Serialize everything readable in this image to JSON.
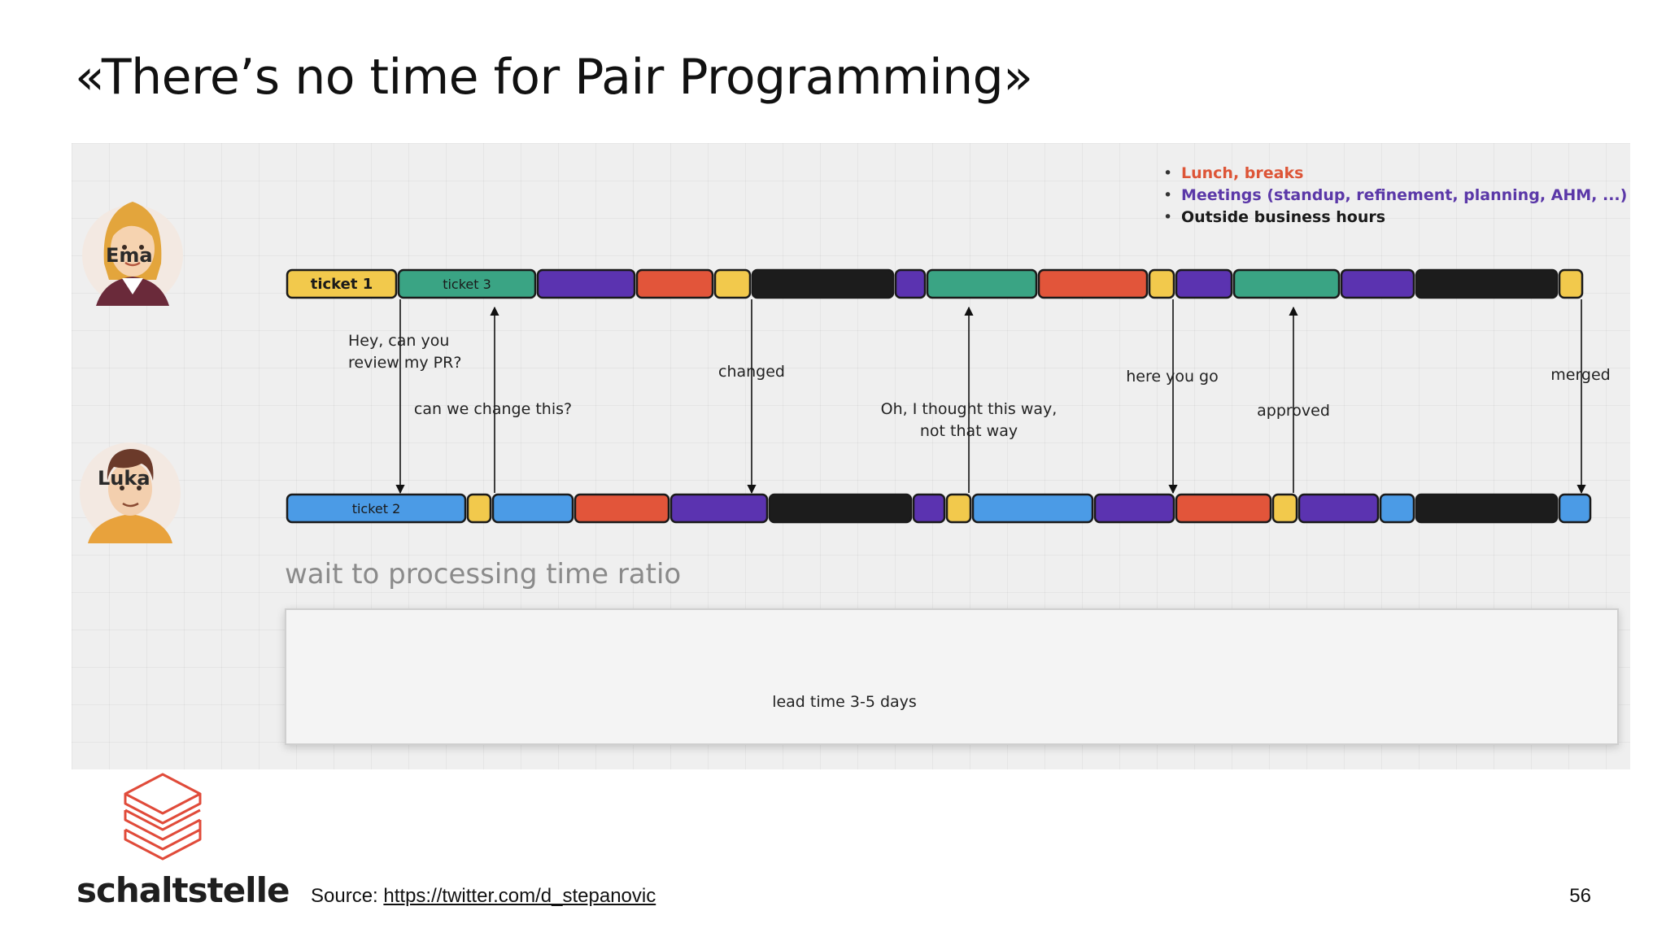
{
  "slide": {
    "title": "«There’s no time for Pair Programming»",
    "page_number": "56"
  },
  "source": {
    "label": "Source:",
    "link_text": "https://twitter.com/d_stepanovic"
  },
  "logo": {
    "text": "schaltstelle",
    "color": "#e04b3a"
  },
  "colors": {
    "work_yellow": "#f2c94c",
    "ticket_teal": "#3aa484",
    "ticket_blue": "#4b9be6",
    "lunch_red": "#e2553a",
    "meeting_purple": "#5b33b0",
    "outside_black": "#1c1c1c",
    "wait_gray": "#8a8a8a"
  },
  "legend": [
    {
      "text": "Lunch, breaks",
      "color": "#dd5537"
    },
    {
      "text": "Meetings (standup, refinement, planning, AHM, ...)",
      "color": "#5b38a8"
    },
    {
      "text": "Outside business hours",
      "color": "#1a1a1a"
    }
  ],
  "people": [
    {
      "name": "Ema",
      "avatar": "woman-avatar-icon"
    },
    {
      "name": "Luka",
      "avatar": "man-avatar-icon"
    }
  ],
  "tracks": {
    "ema": [
      {
        "kind": "yellow",
        "label": "ticket 1"
      },
      {
        "kind": "teal",
        "label": "ticket 3"
      },
      {
        "kind": "purple"
      },
      {
        "kind": "red"
      },
      {
        "kind": "yellow"
      },
      {
        "kind": "black"
      },
      {
        "kind": "purple"
      },
      {
        "kind": "teal"
      },
      {
        "kind": "red"
      },
      {
        "kind": "yellow"
      },
      {
        "kind": "purple"
      },
      {
        "kind": "teal"
      },
      {
        "kind": "purple"
      },
      {
        "kind": "black"
      },
      {
        "kind": "yellow"
      }
    ],
    "luka": [
      {
        "kind": "blue",
        "label": "ticket 2"
      },
      {
        "kind": "yellow"
      },
      {
        "kind": "blue"
      },
      {
        "kind": "red"
      },
      {
        "kind": "purple"
      },
      {
        "kind": "black"
      },
      {
        "kind": "purple"
      },
      {
        "kind": "yellow"
      },
      {
        "kind": "blue"
      },
      {
        "kind": "purple"
      },
      {
        "kind": "red"
      },
      {
        "kind": "yellow"
      },
      {
        "kind": "purple"
      },
      {
        "kind": "blue"
      },
      {
        "kind": "black"
      },
      {
        "kind": "blue"
      }
    ],
    "lead": [
      {
        "kind": "yellow",
        "label": "ticket 1"
      },
      {
        "kind": "gray"
      },
      {
        "kind": "yellow"
      },
      {
        "kind": "gray"
      },
      {
        "kind": "yellow"
      },
      {
        "kind": "gray"
      },
      {
        "kind": "yellow"
      },
      {
        "kind": "gray"
      },
      {
        "kind": "yellow"
      },
      {
        "kind": "gray"
      },
      {
        "kind": "yellow"
      },
      {
        "kind": "gray"
      },
      {
        "kind": "yellow"
      }
    ]
  },
  "messages": [
    {
      "text": "Hey, can you\nreview my PR?",
      "direction": "down"
    },
    {
      "text": "can we change this?",
      "direction": "up"
    },
    {
      "text": "changed",
      "direction": "down"
    },
    {
      "text": "Oh, I thought this way,\nnot that way",
      "direction": "up"
    },
    {
      "text": "here you go",
      "direction": "down"
    },
    {
      "text": "approved",
      "direction": "up"
    },
    {
      "text": "merged",
      "direction": "down"
    }
  ],
  "wait_section": {
    "title": "wait to processing time ratio",
    "lead_time_label": "lead time 3-5 days"
  }
}
